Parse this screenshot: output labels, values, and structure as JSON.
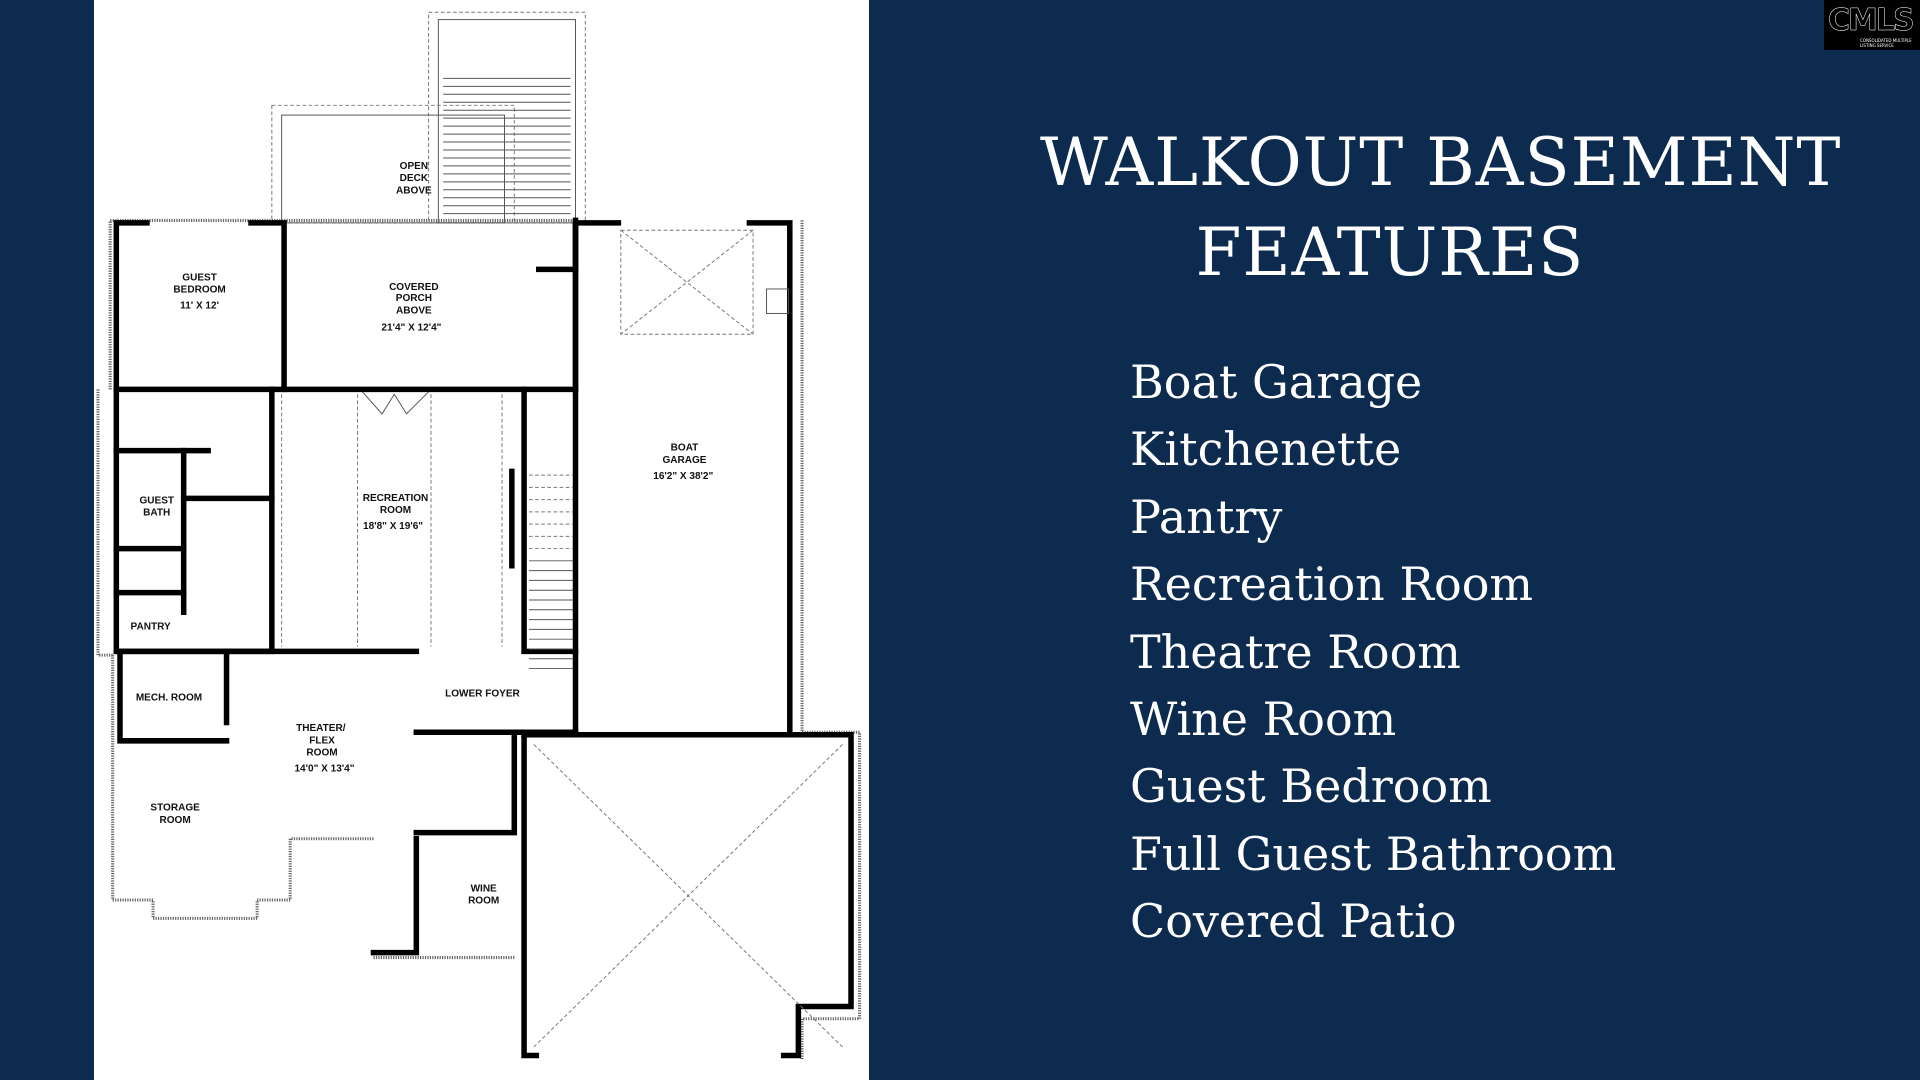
{
  "slide": {
    "title_line1": "WALKOUT BASEMENT",
    "title_line2": "FEATURES",
    "features": [
      "Boat Garage",
      "Kitchenette",
      "Pantry",
      "Recreation Room",
      "Theatre Room",
      "Wine Room",
      "Guest Bedroom",
      "Full Guest Bathroom",
      "Covered Patio"
    ],
    "background_color": "#0d2a4f"
  },
  "logo": {
    "text": "CMLS",
    "subtitle": "CONSOLIDATED MULTIPLE LISTING SERVICE"
  },
  "floor_plan": {
    "rooms": {
      "open_deck": [
        "OPEN",
        "DECK",
        "ABOVE"
      ],
      "guest_bedroom": [
        "GUEST",
        "BEDROOM",
        "11' X 12'"
      ],
      "covered_porch": [
        "COVERED",
        "PORCH",
        "ABOVE",
        "21'4\" X 12'4\""
      ],
      "boat_garage": [
        "BOAT",
        "GARAGE",
        "16'2\" X 38'2\""
      ],
      "guest_bath": [
        "GUEST",
        "BATH"
      ],
      "recreation_room": [
        "RECREATION",
        "ROOM",
        "18'8\" X 19'6\""
      ],
      "pantry": [
        "PANTRY"
      ],
      "mech_room": [
        "MECH. ROOM"
      ],
      "lower_foyer": [
        "LOWER FOYER"
      ],
      "theater": [
        "THEATER/",
        "FLEX",
        "ROOM",
        "14'0\" X 13'4\""
      ],
      "storage_room": [
        "STORAGE",
        "ROOM"
      ],
      "wine_room": [
        "WINE",
        "ROOM"
      ]
    }
  }
}
